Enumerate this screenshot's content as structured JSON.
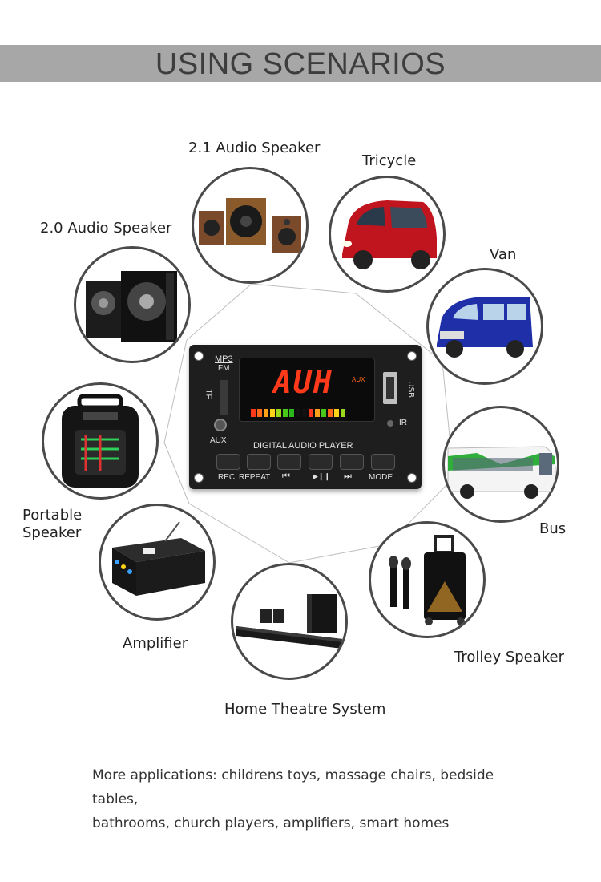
{
  "header": {
    "title": "USING SCENARIOS"
  },
  "scenarios": {
    "s21": "2.1 Audio Speaker",
    "tricycle": "Tricycle",
    "s20": "2.0 Audio Speaker",
    "van": "Van",
    "portable": "Portable Speaker",
    "bus": "Bus",
    "amplifier": "Amplifier",
    "trolley": "Trolley Speaker",
    "home_theatre": "Home Theatre System"
  },
  "board": {
    "mp3": "MP3",
    "fm": "FM",
    "tf": "TF",
    "aux": "AUX",
    "usb": "USB",
    "ir": "IR",
    "display": "AUH",
    "display_aux": "AUX",
    "player_label": "DIGITAL AUDIO PLAYER",
    "buttons": {
      "rec": "REC",
      "repeat": "REPEAT",
      "prev": "⏮",
      "play": "▶❙❙",
      "next": "⏭",
      "mode": "MODE"
    }
  },
  "footer": {
    "line1": "More applications: childrens toys, massage chairs, bedside tables,",
    "line2": "bathrooms, church players, amplifiers, smart homes"
  },
  "colors": {
    "banner": "#a7a7a7",
    "display": "#ff3a1a",
    "border": "#4a4a4a"
  }
}
